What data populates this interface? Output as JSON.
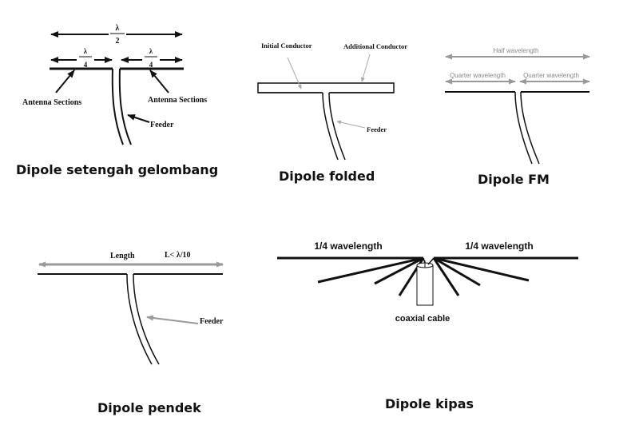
{
  "diagrams": {
    "half_wave": {
      "title": "Dipole setengah gelombang",
      "lambda": "λ",
      "two": "2",
      "four_left": "4",
      "four_right": "4",
      "lambda_left": "λ",
      "lambda_right": "λ",
      "antenna_sections_left": "Antenna Sections",
      "antenna_sections_right": "Antenna Sections",
      "feeder": "Feeder"
    },
    "folded": {
      "title": "Dipole folded",
      "initial_conductor": "Initial Conductor",
      "additional_conductor": "Additional Conductor",
      "feeder": "Feeder"
    },
    "fm": {
      "title": "Dipole FM",
      "half_wavelength": "Half wavelength",
      "quarter_left": "Quarter wavelength",
      "quarter_right": "Quarter wavelength"
    },
    "short": {
      "title": "Dipole pendek",
      "length": "Length",
      "condition": "L< λ/10",
      "feeder": "Feeder"
    },
    "fan": {
      "title": "Dipole kipas",
      "quarter_left": "1/4 wavelength",
      "quarter_right": "1/4 wavelength",
      "coax": "coaxial cable"
    }
  },
  "colors": {
    "line": "#111111",
    "gray_arrow": "#999999",
    "gray_text": "#888888"
  }
}
